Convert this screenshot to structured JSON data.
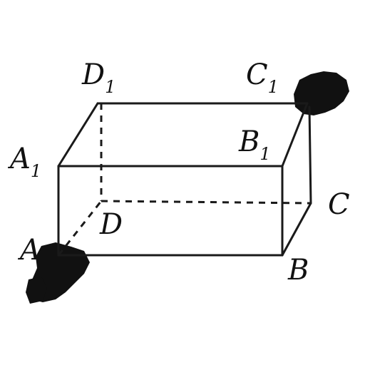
{
  "vertices": {
    "A": {
      "letter": "A",
      "sub": ""
    },
    "B": {
      "letter": "B",
      "sub": ""
    },
    "C": {
      "letter": "C",
      "sub": ""
    },
    "D": {
      "letter": "D",
      "sub": ""
    },
    "A1": {
      "letter": "A",
      "sub": "1"
    },
    "B1": {
      "letter": "B",
      "sub": "1"
    },
    "C1": {
      "letter": "C",
      "sub": "1"
    },
    "D1": {
      "letter": "D",
      "sub": "1"
    }
  }
}
